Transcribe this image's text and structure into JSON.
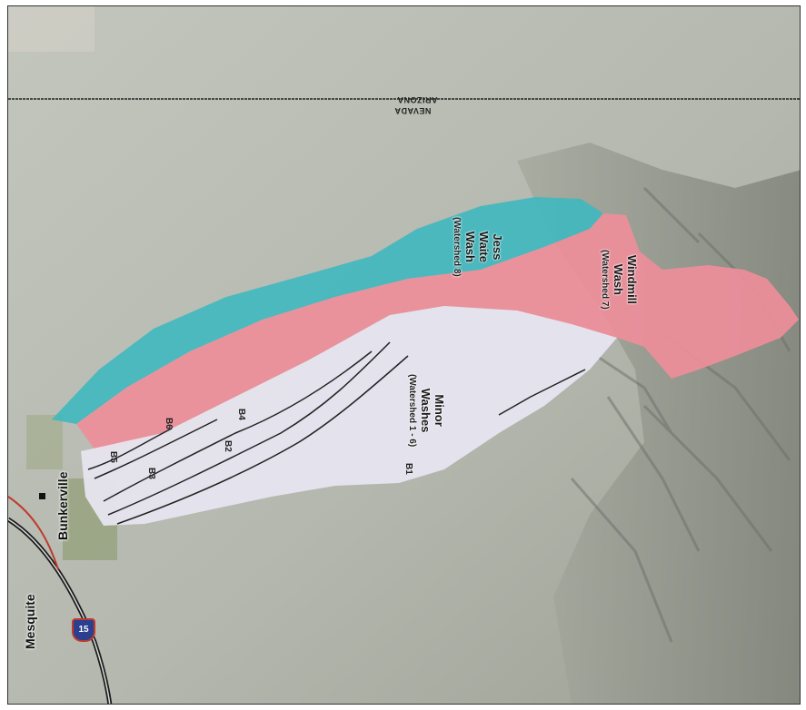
{
  "map": {
    "state_line": {
      "upper": "NEVADA",
      "lower": "ARIZONA"
    },
    "towns": [
      {
        "id": "mesquite",
        "name": "Mesquite"
      },
      {
        "id": "bunkerville",
        "name": "Bunkerville"
      }
    ],
    "highway_shield": "15",
    "watersheds": [
      {
        "id": "jess-waite",
        "name_lines": [
          "Jess",
          "Waite",
          "Wash"
        ],
        "sub": "(Watershed 8)",
        "color": "#3fb8bf"
      },
      {
        "id": "windmill",
        "name_lines": [
          "Windmill",
          "Wash"
        ],
        "sub": "(Watershed 7)",
        "color": "#ee8e9a"
      },
      {
        "id": "minor",
        "name_lines": [
          "Minor",
          "Washes"
        ],
        "sub": "(Watershed 1 - 6)",
        "color": "#e6e4ee"
      }
    ],
    "sub_basins": [
      "B1",
      "B2",
      "B3",
      "B4",
      "B5",
      "B6"
    ],
    "colors": {
      "terrain": "#b9bdb2",
      "terrain_dark": "#8e938a",
      "state_line": "#222222",
      "highway": "#1c1c1c",
      "shield": "#2a3f8f"
    }
  }
}
